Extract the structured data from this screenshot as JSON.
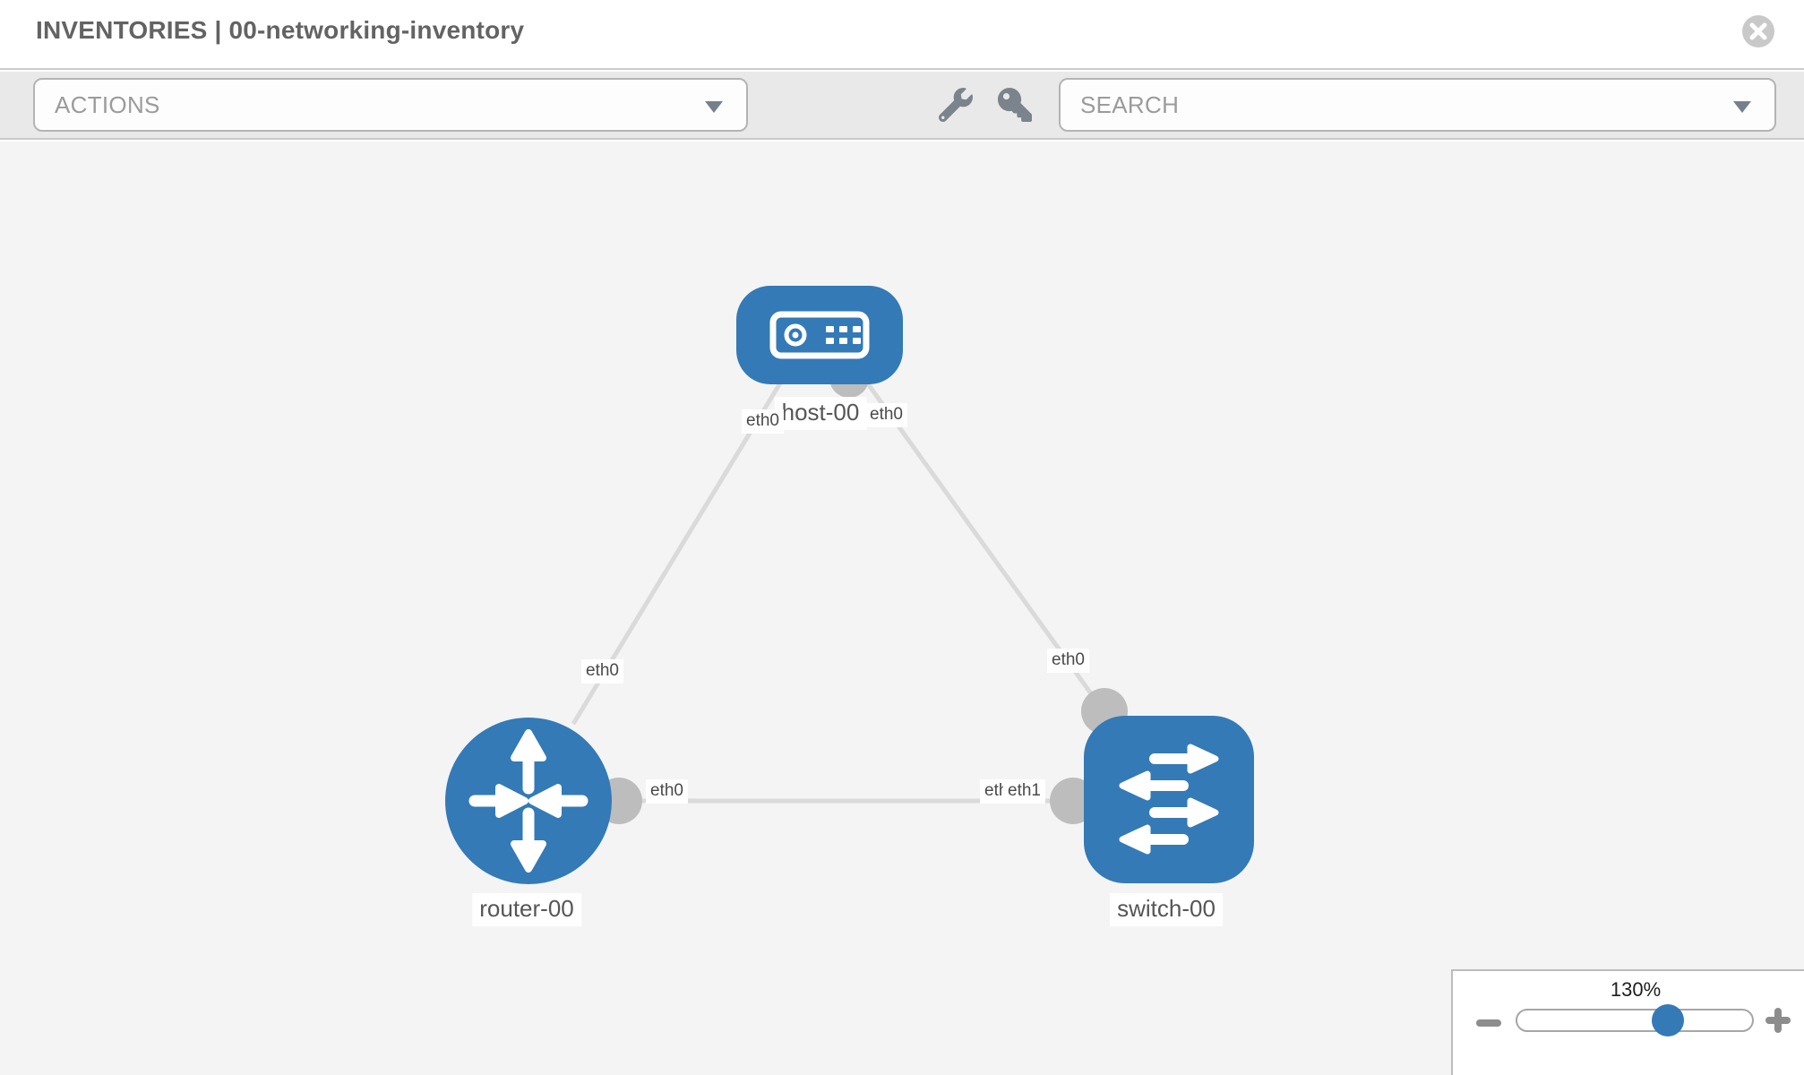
{
  "header": {
    "title": "INVENTORIES | 00-networking-inventory"
  },
  "toolbar": {
    "actions_placeholder": "ACTIONS",
    "search_placeholder": "SEARCH"
  },
  "icons": {
    "close": "close-icon",
    "wrench": "wrench-icon",
    "key": "key-icon",
    "caret": "chevron-down-icon",
    "minus": "minus-icon",
    "plus": "plus-icon"
  },
  "diagram": {
    "nodes": [
      {
        "id": "host-00",
        "type": "host",
        "label": "host-00"
      },
      {
        "id": "router-00",
        "type": "router",
        "label": "router-00"
      },
      {
        "id": "switch-00",
        "type": "switch",
        "label": "switch-00"
      }
    ],
    "links": [
      {
        "from": "host-00",
        "from_interface": "eth0",
        "to": "router-00",
        "to_interface": "eth0"
      },
      {
        "from": "host-00",
        "from_interface": "eth0",
        "to": "switch-00",
        "to_interface": "eth0"
      },
      {
        "from": "router-00",
        "from_interface": "eth0",
        "to": "switch-00",
        "to_interface": "eth1",
        "occluded_label": "eth0"
      }
    ]
  },
  "zoom_control": {
    "value": "130%"
  },
  "colors": {
    "node_fill": "#337ab7",
    "link": "#dadada",
    "connector": "#bdbdbd",
    "toolbar_bg": "#e9e9e9",
    "canvas_bg": "#f4f4f4"
  }
}
